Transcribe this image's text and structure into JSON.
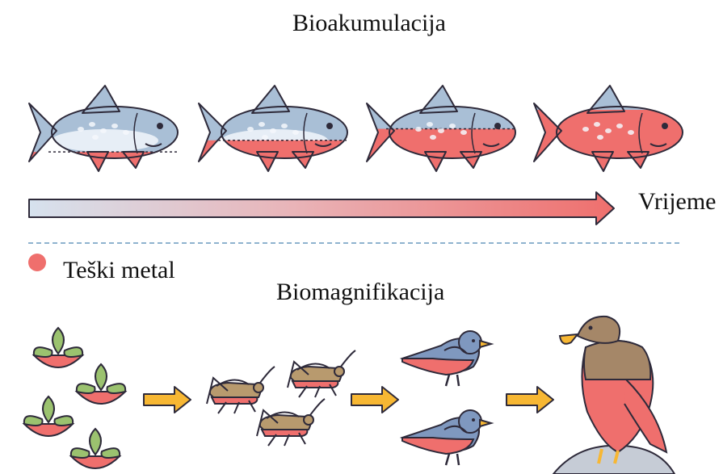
{
  "top": {
    "title": "Bioakumulacija",
    "axis_label": "Vrijeme",
    "fish_metal_levels": [
      0.38,
      0.55,
      0.72,
      1.0
    ]
  },
  "legend": {
    "label": "Teški metal",
    "color": "#ef6f6d"
  },
  "bottom": {
    "title": "Biomagnifikacija",
    "trophic_levels": [
      "plant-icon",
      "grasshopper-icon",
      "bird-icon",
      "eagle-icon"
    ]
  },
  "colors": {
    "metal_red": "#ef6f6d",
    "fish_blue": "#a9bfd6",
    "outline": "#2e2a3a",
    "arrow_yellow": "#f7b733",
    "leaf_green": "#9bc26f",
    "grasshopper": "#b89a6e",
    "bird_blue": "#7f98bf",
    "eagle_brown": "#a58768"
  }
}
